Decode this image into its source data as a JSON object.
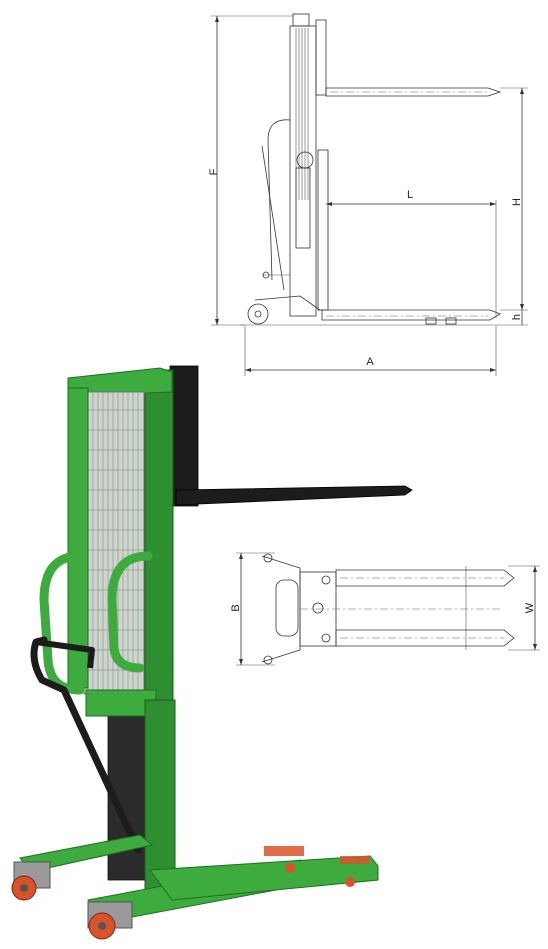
{
  "side_view": {
    "labels": {
      "F": "F",
      "H": "H",
      "L": "L",
      "h": "h",
      "A": "A"
    }
  },
  "top_view": {
    "labels": {
      "B": "B",
      "W": "W"
    }
  },
  "colors": {
    "body_green": "#3dab3d",
    "body_green_dark": "#2e8f30",
    "forks_black": "#1c1c1c",
    "wheels_orange": "#d9532a",
    "linework": "#333333"
  }
}
